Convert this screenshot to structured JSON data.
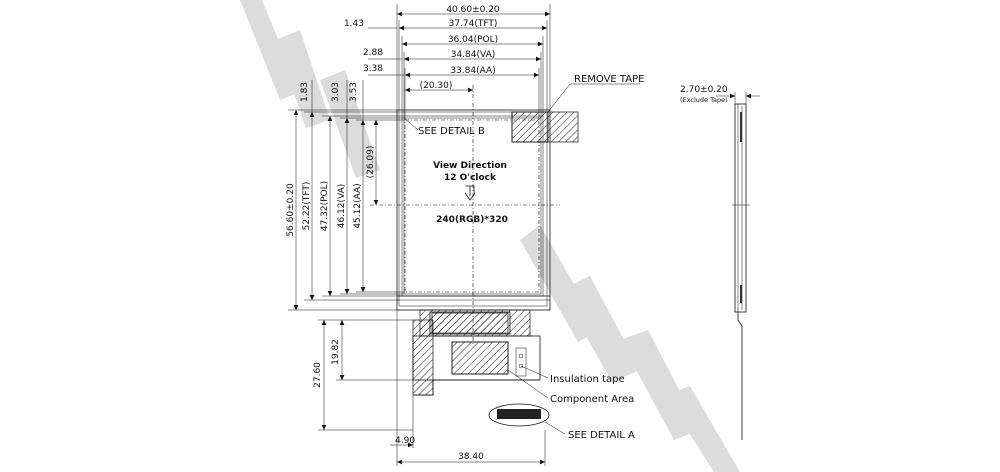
{
  "front_view": {
    "width_dims": {
      "overall": "40.60±0.20",
      "tft": "37.74(TFT)",
      "pol": "36.04(POL)",
      "va": "34.84(VA)",
      "aa": "33.84(AA)",
      "center": "(20.30)"
    },
    "left_offsets": {
      "tft": "1.43",
      "va": "2.88",
      "aa": "3.38"
    },
    "height_dims": {
      "top_offset": "1.83",
      "overall": "56.60±0.20",
      "tft": "52.22(TFT)",
      "pol": "47.32(POL)",
      "va": "46.12(VA)",
      "aa": "45.12(AA)",
      "va_offset": "3.03",
      "aa_offset": "3.53",
      "center": "(26.09)"
    },
    "screen_text": {
      "view_direction": "View Direction",
      "clock": "12  O'clock",
      "resolution": "240(RGB)*320"
    },
    "notes": {
      "remove_tape": "REMOVE TAPE",
      "see_detail_b": "SEE DETAIL B",
      "insulation_tape": "Insulation tape",
      "component_area": "Component Area",
      "see_detail_a": "SEE DETAIL A"
    },
    "fpc_dims": {
      "fpc_total": "27.60",
      "fpc_part": "19.82",
      "fpc_offset": "4.90",
      "fpc_width": "38.40"
    }
  },
  "side_view": {
    "thickness": "2.70±0.20",
    "thickness_note": "(Exclude Tape)"
  }
}
